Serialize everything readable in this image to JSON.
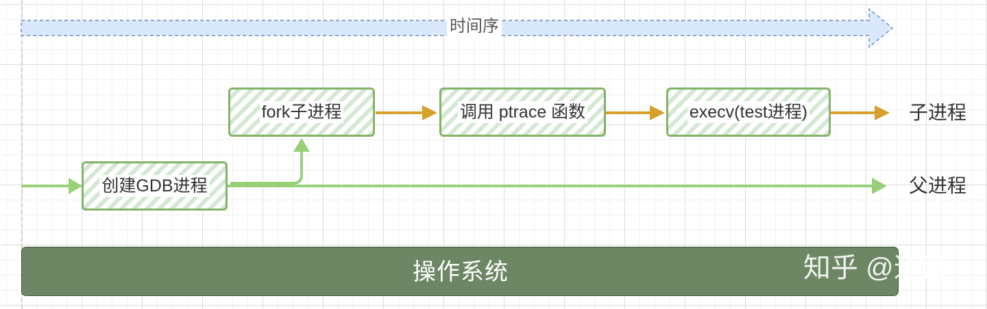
{
  "timeline": {
    "label": "时间序"
  },
  "boxes": {
    "create_gdb": "创建GDB进程",
    "fork": "fork子进程",
    "ptrace": "调用 ptrace 函数",
    "execv": "execv(test进程)"
  },
  "lanes": {
    "child": "子进程",
    "parent": "父进程"
  },
  "os": {
    "label": "操作系统"
  },
  "watermark": "知乎 @道哥",
  "colors": {
    "green_stroke": "#82b366",
    "green_hatch": "#d5e8d4",
    "child_arrow": "#d6a02a",
    "timeline_fill": "#dae8fc",
    "timeline_stroke": "#6c8ebf",
    "os_fill": "#6d8764"
  }
}
